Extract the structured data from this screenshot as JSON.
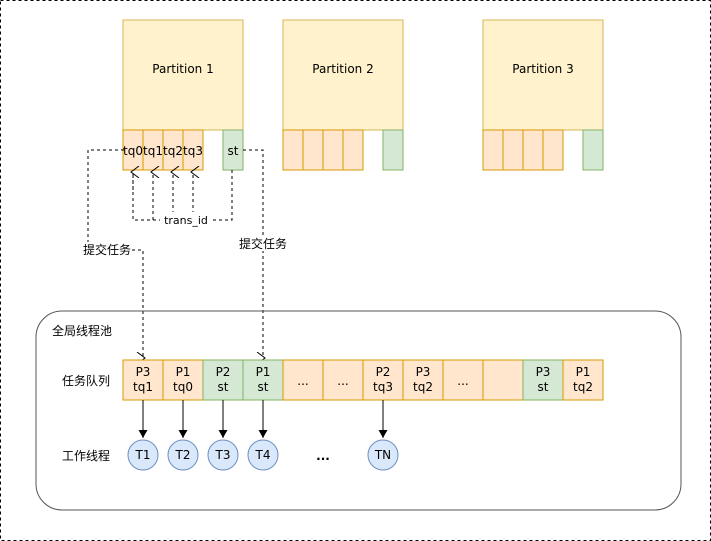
{
  "partitions": [
    {
      "name": "Partition 1",
      "queues": [
        "tq0",
        "tq1",
        "tq2",
        "tq3"
      ],
      "st": "st"
    },
    {
      "name": "Partition 2",
      "queues": [
        "",
        "",
        "",
        ""
      ],
      "st": ""
    },
    {
      "name": "Partition 3",
      "queues": [
        "",
        "",
        "",
        ""
      ],
      "st": ""
    }
  ],
  "labels": {
    "trans_id": "trans_id",
    "submit_left": "提交任务",
    "submit_right": "提交任务",
    "pool_title": "全局线程池",
    "task_queue": "任务队列",
    "workers": "工作线程"
  },
  "task_queue": [
    {
      "l1": "P3",
      "l2": "tq1",
      "kind": "tq"
    },
    {
      "l1": "P1",
      "l2": "tq0",
      "kind": "tq"
    },
    {
      "l1": "P2",
      "l2": "st",
      "kind": "st"
    },
    {
      "l1": "P1",
      "l2": "st",
      "kind": "st"
    },
    {
      "l1": "...",
      "l2": "",
      "kind": "tq"
    },
    {
      "l1": "...",
      "l2": "",
      "kind": "tq"
    },
    {
      "l1": "P2",
      "l2": "tq3",
      "kind": "tq"
    },
    {
      "l1": "P3",
      "l2": "tq2",
      "kind": "tq"
    },
    {
      "l1": "...",
      "l2": "",
      "kind": "tq"
    },
    {
      "l1": "",
      "l2": "",
      "kind": "tq"
    },
    {
      "l1": "P3",
      "l2": "st",
      "kind": "st"
    },
    {
      "l1": "P1",
      "l2": "tq2",
      "kind": "tq"
    }
  ],
  "threads": [
    "T1",
    "T2",
    "T3",
    "T4",
    "TN"
  ],
  "thread_ellipsis": "...",
  "colors": {
    "partition_fill": "#fff2cc",
    "partition_stroke": "#d6b656",
    "tq_fill": "#ffe6cc",
    "tq_stroke": "#d79b00",
    "st_fill": "#d5e8d4",
    "st_stroke": "#82b366",
    "thread_fill": "#dae8fc",
    "thread_stroke": "#6c8ebf"
  }
}
